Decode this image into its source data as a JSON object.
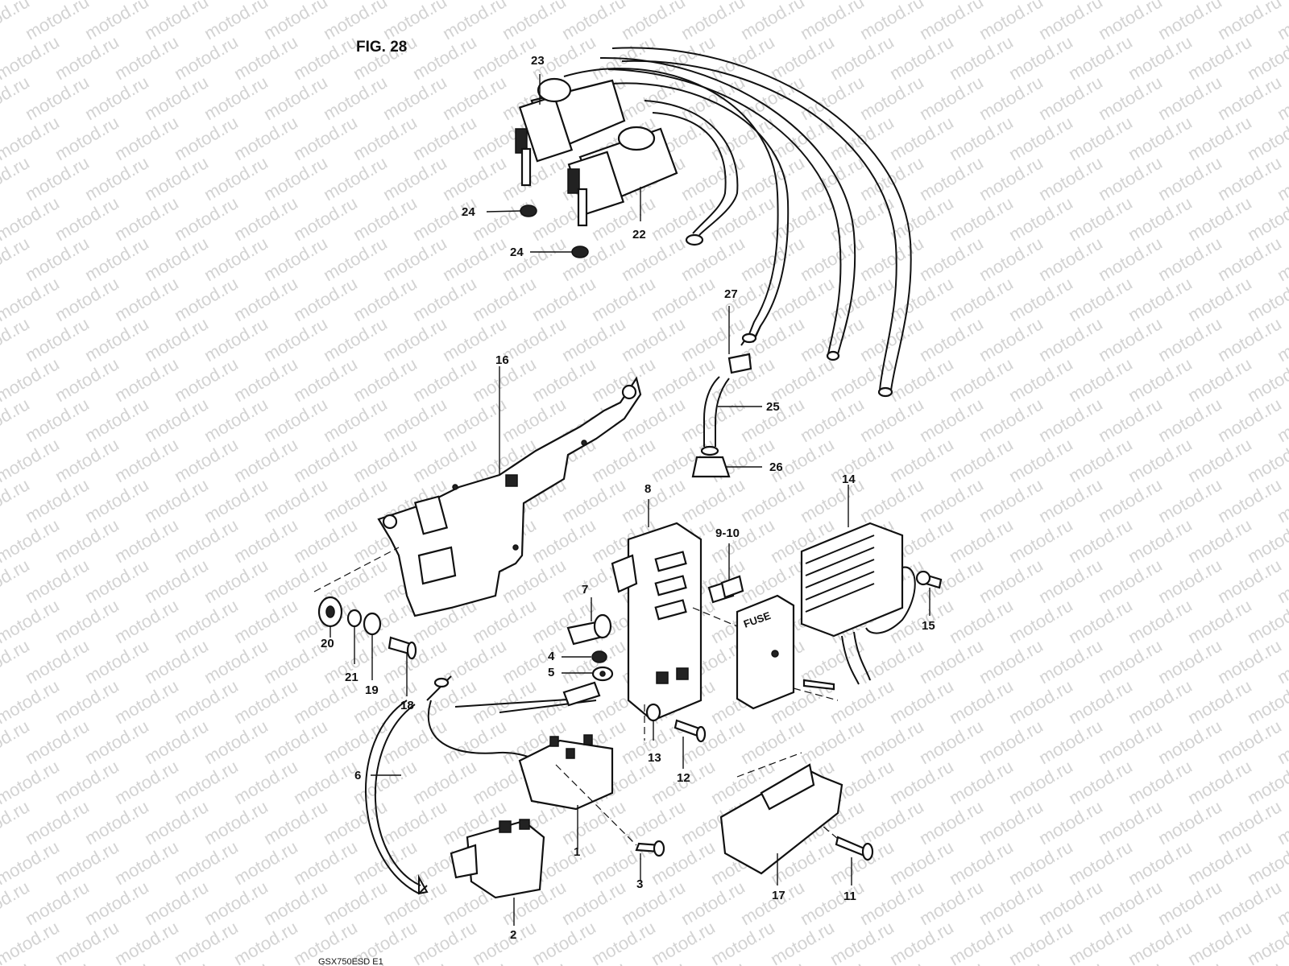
{
  "figure": {
    "title": "FIG. 28",
    "code": "GSX750ESD E1",
    "watermark": "motod.ru",
    "fuse_box_text": "FUSE"
  },
  "part_labels": [
    "1",
    "2",
    "3",
    "4",
    "5",
    "6",
    "7",
    "8",
    "9-10",
    "11",
    "12",
    "13",
    "14",
    "15",
    "16",
    "17",
    "18",
    "19",
    "20",
    "21",
    "22",
    "23",
    "24",
    "24",
    "25",
    "26",
    "27"
  ]
}
